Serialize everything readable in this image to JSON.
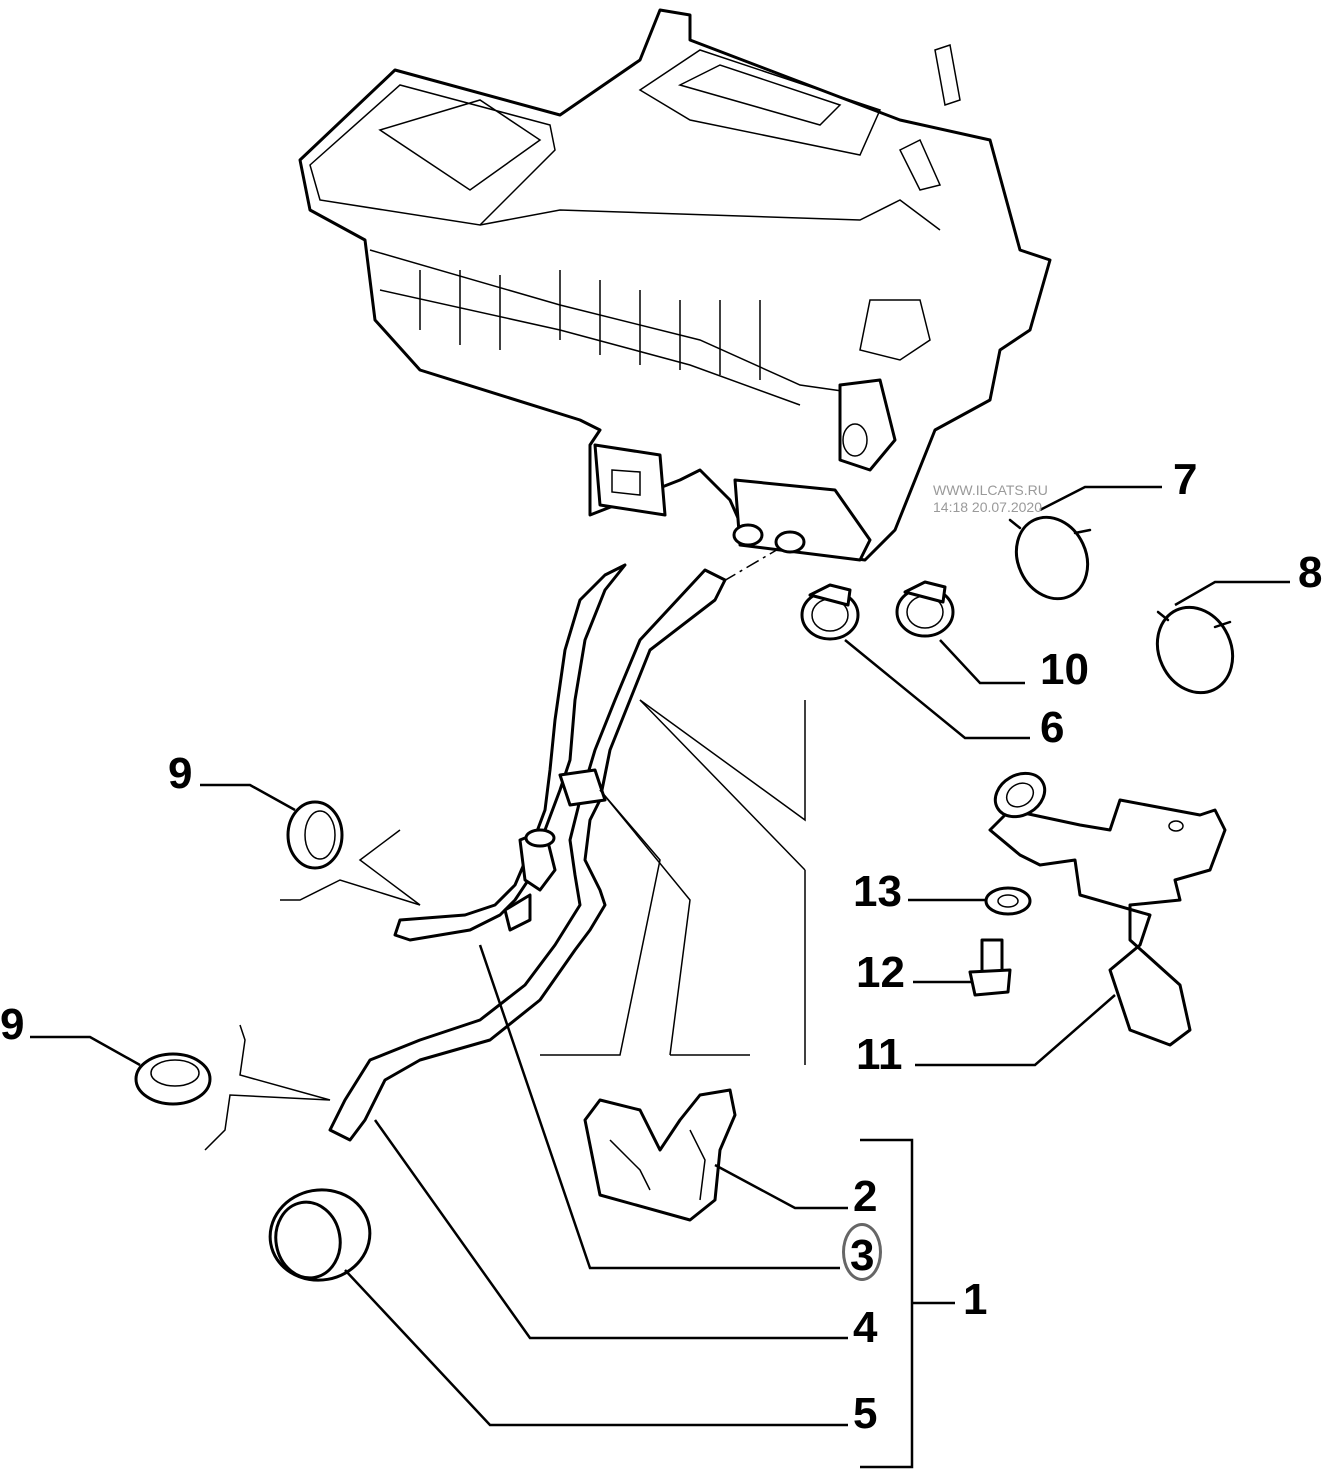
{
  "diagram": {
    "title": "Heater unit and coolant hoses exploded view",
    "watermark": {
      "site": "WWW.ILCATS.RU",
      "timestamp": "14:18 20.07.2020"
    },
    "highlighted_callout": "3",
    "callouts": [
      {
        "id": "c1",
        "label": "1",
        "part": "hose kit group"
      },
      {
        "id": "c2",
        "label": "2",
        "part": "hose bracket"
      },
      {
        "id": "c3",
        "label": "3",
        "part": "inlet hose"
      },
      {
        "id": "c4",
        "label": "4",
        "part": "outlet hose"
      },
      {
        "id": "c5",
        "label": "5",
        "part": "grommet"
      },
      {
        "id": "c6",
        "label": "6",
        "part": "hose clamp"
      },
      {
        "id": "c7",
        "label": "7",
        "part": "hose clamp large"
      },
      {
        "id": "c8",
        "label": "8",
        "part": "hose clamp large"
      },
      {
        "id": "c9a",
        "label": "9",
        "part": "seal ring"
      },
      {
        "id": "c9b",
        "label": "9",
        "part": "seal ring"
      },
      {
        "id": "c10",
        "label": "10",
        "part": "hose clamp"
      },
      {
        "id": "c11",
        "label": "11",
        "part": "pipe support bracket"
      },
      {
        "id": "c12",
        "label": "12",
        "part": "bolt"
      },
      {
        "id": "c13",
        "label": "13",
        "part": "washer"
      }
    ]
  }
}
